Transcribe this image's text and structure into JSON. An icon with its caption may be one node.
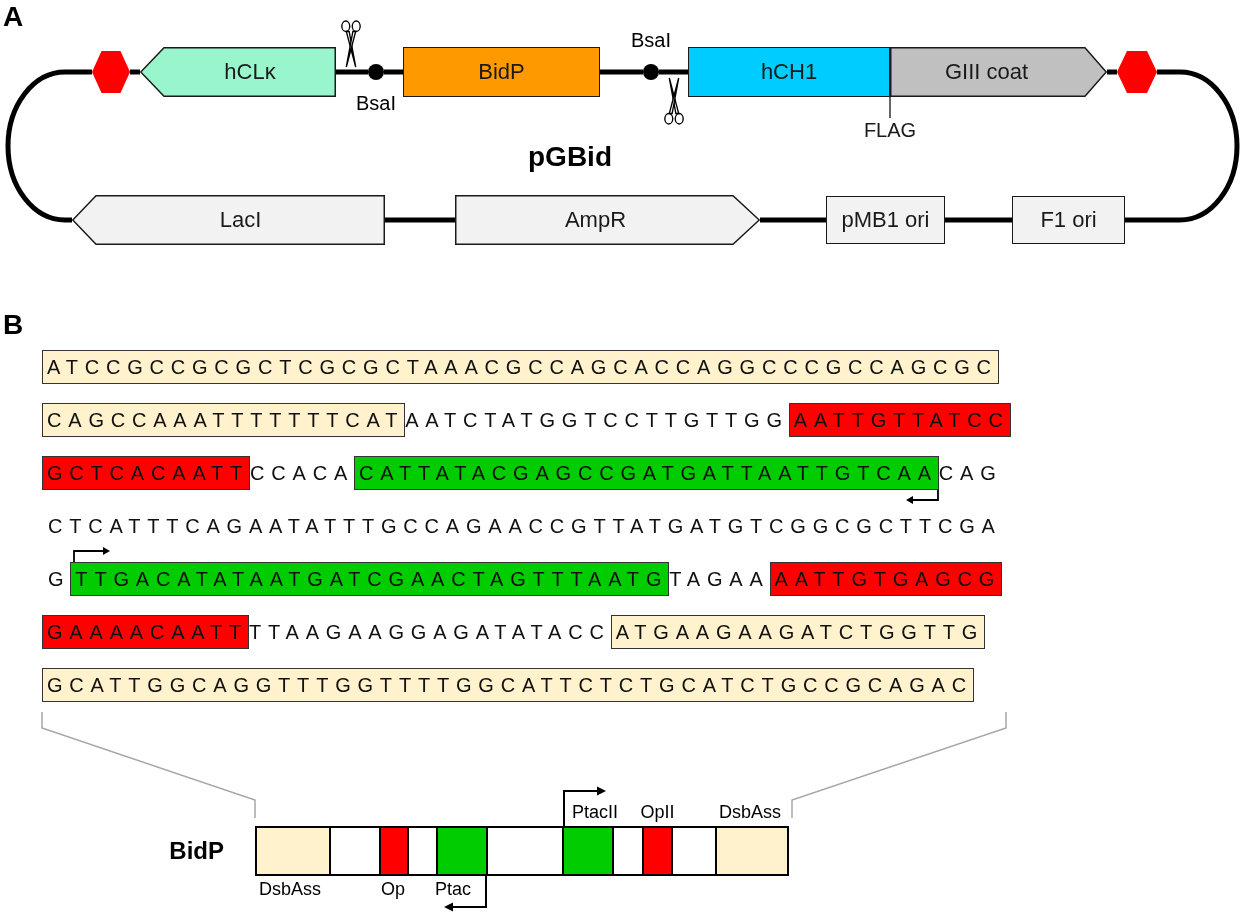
{
  "diagram": {
    "nodes": [
      {
        "text": [],
        "shape": "hexagon"
      },
      {
        "text": [
          "hCLκ"
        ]
      },
      {
        "text": [],
        "shape": "circle"
      },
      {
        "text": [
          "BidP"
        ]
      },
      {
        "text": [],
        "shape": "circle"
      },
      {
        "text": [
          "hCH1"
        ]
      },
      {
        "text": [
          "GIII coat"
        ]
      },
      {
        "text": [],
        "shape": "hexagon"
      },
      {
        "text": [
          "FLAG"
        ]
      },
      {
        "text": [
          "LacI"
        ]
      },
      {
        "text": [
          "AmpR"
        ]
      },
      {
        "text": [
          "pMB1 ori"
        ]
      },
      {
        "text": [
          "F1 ori"
        ]
      },
      {
        "text": [
          "ATCCGCCGCGCTCGCGCTAAACGCCAGCACCAGGCCCGCCAGCGC"
        ]
      },
      {
        "text": [
          "CAGCCAAATTTTTTTCAT"
        ]
      },
      {
        "text": [
          "AATTGTTATCC"
        ]
      },
      {
        "text": [
          "GCTCACAATT"
        ]
      },
      {
        "text": [
          "CATTATACGAGCCGATGATTAATTGTCAA"
        ]
      },
      {
        "text": [
          "TTGACATATAATGATCGAACTAGTTTAATG"
        ]
      },
      {
        "text": [
          "AATTGTGAGCG"
        ]
      },
      {
        "text": [
          "GAAAACAATT"
        ]
      },
      {
        "text": [
          "ATGAAGAAGATCTGGTTG"
        ]
      },
      {
        "text": [
          "GCATTGGCAGGTTTGGTTTTGGCATTCTCTGCATCTGCCGCAGAC"
        ]
      },
      {
        "text": [],
        "shape": "bar",
        "beside": [
          "BidP"
        ]
      },
      {
        "text": [],
        "shape": "box",
        "in": 23,
        "beside": [
          "DsbAss"
        ]
      },
      {
        "text": [],
        "shape": "box",
        "in": 23
      },
      {
        "text": [],
        "shape": "box",
        "in": 23,
        "beside": [
          "Op"
        ]
      },
      {
        "text": [],
        "shape": "box",
        "in": 23
      },
      {
        "text": [],
        "shape": "box",
        "in": 23,
        "beside": [
          "Ptac"
        ]
      },
      {
        "text": [],
        "shape": "box",
        "in": 23
      },
      {
        "text": [],
        "shape": "box",
        "in": 23,
        "beside": [
          "PtacII"
        ]
      },
      {
        "text": [],
        "shape": "box",
        "in": 23
      },
      {
        "text": [],
        "shape": "box",
        "in": 23,
        "beside": [
          "OpII"
        ]
      },
      {
        "text": [],
        "shape": "box",
        "in": 23
      },
      {
        "text": [],
        "shape": "box",
        "in": 23,
        "beside": [
          "DsbAss"
        ]
      }
    ],
    "edges": [
      {
        "from": 0,
        "to": 1,
        "arrow": "none"
      },
      {
        "from": 1,
        "to": 2,
        "arrow": "none"
      },
      {
        "from": 2,
        "to": 3,
        "arrow": "none"
      },
      {
        "from": 3,
        "to": 4,
        "arrow": "none"
      },
      {
        "from": 4,
        "to": 5,
        "arrow": "none"
      },
      {
        "from": 6,
        "to": 7,
        "arrow": "none"
      },
      {
        "from": 7,
        "to": 12,
        "arrow": "none"
      },
      {
        "from": 12,
        "to": 11,
        "arrow": "none"
      },
      {
        "from": 11,
        "to": 10,
        "arrow": "none"
      },
      {
        "from": 10,
        "to": 9,
        "arrow": "none"
      },
      {
        "from": 9,
        "to": 0,
        "arrow": "none"
      },
      {
        "from": 8,
        "to": 5,
        "arrow": "none"
      }
    ],
    "labels": [
      "A",
      "BsaI",
      "BsaI",
      "pGBid",
      "B",
      "AATCTATGGTCCTTGTTGG",
      "CCACA",
      "CAG",
      "CTCATTTCAGAATATTTGCCAGAACCGTTATGATGTCGGCGCTTCGA",
      "G",
      "TAGAA",
      "TTAAGAAGGAGATATACC"
    ]
  }
}
